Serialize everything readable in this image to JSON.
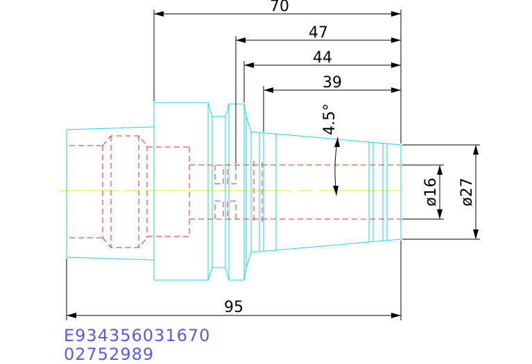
{
  "colors": {
    "outline": "#1ed2e6",
    "hidden": "#e6282d",
    "centerline": "#e6e61e",
    "dimension": "#000000",
    "code_text": "#5a5ae6"
  },
  "dimensions": {
    "len_70": "70",
    "len_47": "47",
    "len_44": "44",
    "len_39": "39",
    "len_95": "95",
    "taper_angle": "4.5°",
    "dia_16": "ø16",
    "dia_27": "ø27"
  },
  "codes": {
    "line1": "E934356031670",
    "line2": "02752989"
  }
}
